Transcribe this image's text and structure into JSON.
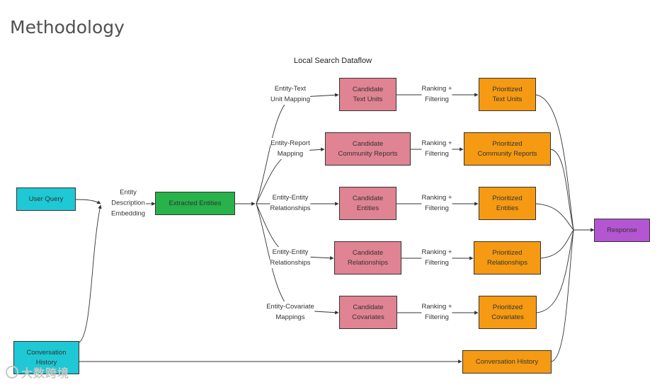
{
  "title": "Methodology",
  "subtitle": "Local Search Dataflow",
  "nodes": {
    "user_query": "User Query",
    "conversation_history_input": "Conversation\nHistory",
    "extracted_entities": "Extracted Entities",
    "candidate_text_units": "Candidate\nText Units",
    "candidate_community_reports": "Candidate\nCommunity Reports",
    "candidate_entities": "Candidate\nEntities",
    "candidate_relationships": "Candidate\nRelationships",
    "candidate_covariates": "Candidate\nCovariates",
    "prioritized_text_units": "Prioritized\nText Units",
    "prioritized_community_reports": "Prioritized\nCommunity Reports",
    "prioritized_entities": "Prioritized\nEntities",
    "prioritized_relationships": "Prioritized\nRelationships",
    "prioritized_covariates": "Prioritized\nCovariates",
    "conversation_history_output": "Conversation History",
    "response": "Response"
  },
  "edge_labels": {
    "entity_description_embedding": "Entity\nDescription\nEmbedding",
    "entity_text_unit_mapping": "Entity-Text\nUnit Mapping",
    "entity_report_mapping": "Entity-Report\nMapping",
    "entity_entity_relationships_1": "Entity-Entity\nRelationships",
    "entity_entity_relationships_2": "Entity-Entity\nRelationships",
    "entity_covariate_mappings": "Entity-Covariate\nMappings",
    "ranking_filtering_1": "Ranking +\nFiltering",
    "ranking_filtering_2": "Ranking +\nFiltering",
    "ranking_filtering_3": "Ranking +\nFiltering",
    "ranking_filtering_4": "Ranking +\nFiltering",
    "ranking_filtering_5": "Ranking +\nFiltering"
  },
  "colors": {
    "input": "#1ec8d4",
    "extracted": "#27b24a",
    "candidate": "#e08392",
    "prioritized": "#f59a12",
    "response": "#b456d2"
  },
  "watermark": "大数跨境"
}
